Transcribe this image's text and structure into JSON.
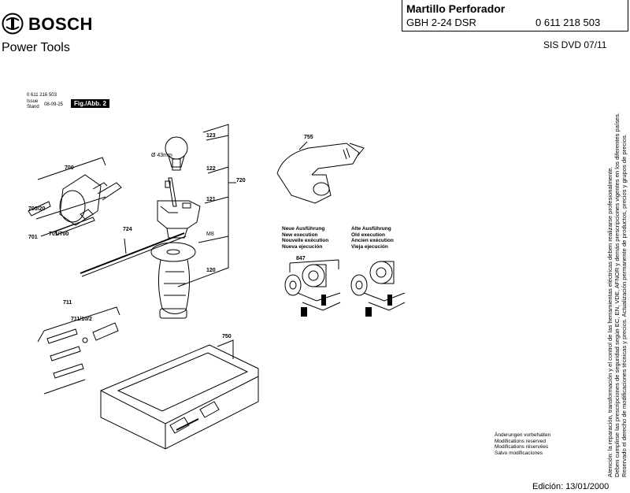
{
  "header": {
    "brand": "BOSCH",
    "subtitle": "Power Tools",
    "title": "Martillo Perforador",
    "model": "GBH 2-24 DSR",
    "part_number": "0 611 218 503",
    "sis": "SIS DVD 07/11"
  },
  "meta": {
    "part_number": "0 611 216 503",
    "issue_label": "Issue",
    "stand_label": "Stand",
    "issue_date": "08-09-25",
    "figure": "Fig./Abb. 2"
  },
  "parts": {
    "p123": "123",
    "p122": "122",
    "p121": "121",
    "p720": "720",
    "p700": "700",
    "p700_20": "700/20",
    "p701": "701",
    "p701_700": "701/700",
    "p724": "724",
    "pM8": "M8",
    "p120": "120",
    "p711": "711",
    "p711_10_2": "711/10/2",
    "p750": "750",
    "p755": "755",
    "p847": "847",
    "diameter": "Ø 43mm"
  },
  "execution": {
    "new": [
      "Neue Ausführung",
      "New execution",
      "Nouvelle exécution",
      "Nueva ejecución"
    ],
    "old": [
      "Alte Ausführung",
      "Old execution",
      "Ancien exécution",
      "Vieja ejecución"
    ]
  },
  "notes": [
    "Änderungen vorbehalten",
    "Modifications reserved",
    "Modifications réservées",
    "Salvo modificaciones"
  ],
  "side_text": [
    "Atención: la reparación, transformación y el control de las herramientas eléctricas deben realizarse profesionalmente.",
    "Deben cumplirse las prescripciones de seguridad según EC, EN, VDE, AFNOR y demás prescripciones vigentes en los diferentes países.",
    "Reservado el derecho de modificaciones técnicas y precios. Actualización permanente de productos, precios y grupos de precios."
  ],
  "footer": {
    "edition": "Edición: 13/01/2000"
  }
}
